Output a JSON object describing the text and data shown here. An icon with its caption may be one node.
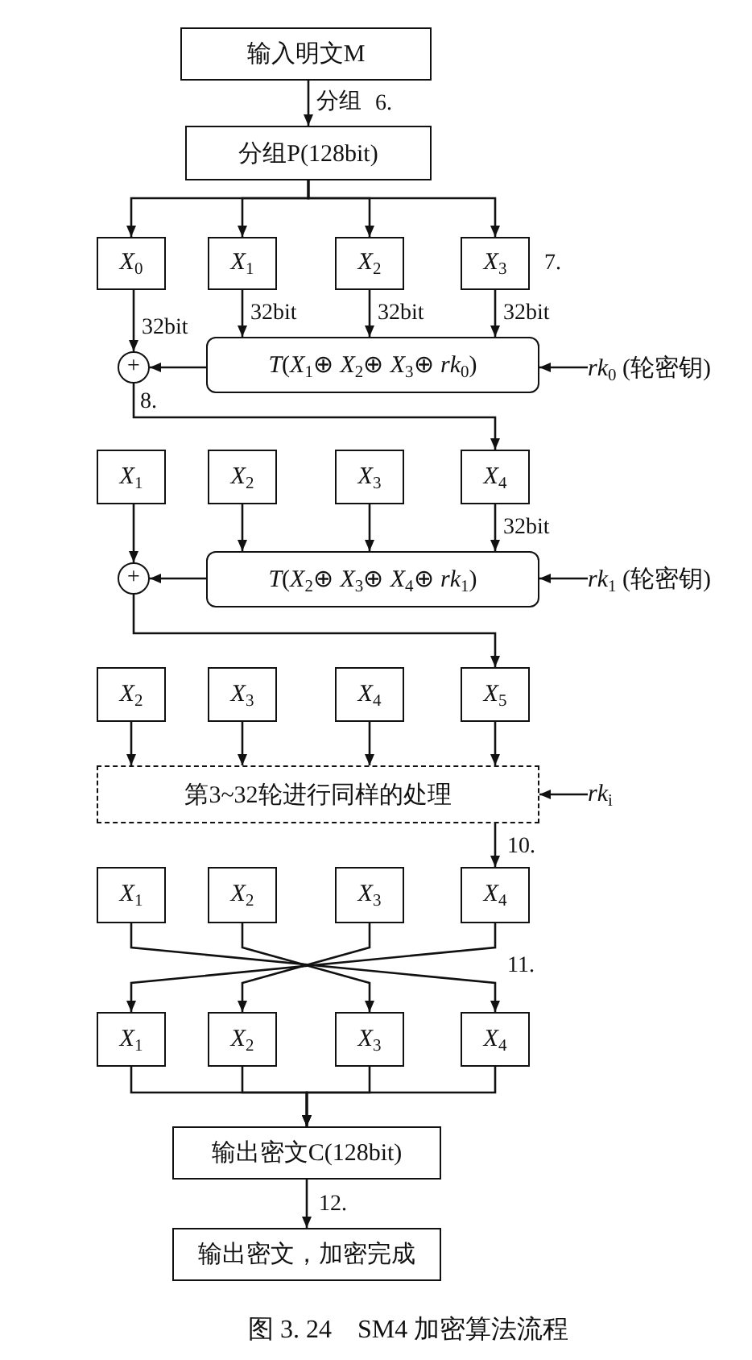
{
  "diagram": {
    "caption": "图 3. 24　SM4 加密算法流程",
    "nodes": [
      {
        "text": [
          "输入明文M"
        ]
      },
      {
        "text": [
          "分组P(128bit)"
        ]
      },
      {
        "text": [
          "*X*$_{0}$"
        ]
      },
      {
        "text": [
          "*X*$_{1}$"
        ]
      },
      {
        "text": [
          "*X*$_{2}$"
        ]
      },
      {
        "text": [
          "*X*$_{3}$"
        ]
      },
      {
        "text": [
          "+"
        ]
      },
      {
        "text": [
          "*T*(*X*$_{1}$⊕ *X*$_{2}$⊕ *X*$_{3}$⊕ *rk*$_{0}$)"
        ]
      },
      {
        "text": [
          "*X*$_{1}$"
        ]
      },
      {
        "text": [
          "*X*$_{2}$"
        ]
      },
      {
        "text": [
          "*X*$_{3}$"
        ]
      },
      {
        "text": [
          "*X*$_{4}$"
        ]
      },
      {
        "text": [
          "+"
        ]
      },
      {
        "text": [
          "*T*(*X*$_{2}$⊕ *X*$_{3}$⊕ *X*$_{4}$⊕ *rk*$_{1}$)"
        ]
      },
      {
        "text": [
          "*X*$_{2}$"
        ]
      },
      {
        "text": [
          "*X*$_{3}$"
        ]
      },
      {
        "text": [
          "*X*$_{4}$"
        ]
      },
      {
        "text": [
          "*X*$_{5}$"
        ]
      },
      {
        "text": [
          "第3~32轮进行同样的处理"
        ]
      },
      {
        "text": [
          "*X*$_{1}$"
        ]
      },
      {
        "text": [
          "*X*$_{2}$"
        ]
      },
      {
        "text": [
          "*X*$_{3}$"
        ]
      },
      {
        "text": [
          "*X*$_{4}$"
        ]
      },
      {
        "text": [
          "*X*$_{1}$"
        ]
      },
      {
        "text": [
          "*X*$_{2}$"
        ]
      },
      {
        "text": [
          "*X*$_{3}$"
        ]
      },
      {
        "text": [
          "*X*$_{4}$"
        ]
      },
      {
        "text": [
          "输出密文C(128bit)"
        ]
      },
      {
        "text": [
          "输出密文，加密完成"
        ]
      },
      {
        "text": [
          "*rk*$_{0}$ (轮密钥)"
        ]
      },
      {
        "text": [
          "*rk*$_{1}$ (轮密钥)"
        ]
      },
      {
        "text": [
          "*rk*$_{i}$"
        ]
      }
    ],
    "edges": [
      {
        "from": 0,
        "to": 1,
        "arrow": "to",
        "label": "分组"
      },
      {
        "from": 1,
        "to": 2,
        "arrow": "to"
      },
      {
        "from": 1,
        "to": 3,
        "arrow": "to"
      },
      {
        "from": 1,
        "to": 4,
        "arrow": "to"
      },
      {
        "from": 1,
        "to": 5,
        "arrow": "to"
      },
      {
        "from": 2,
        "to": 6,
        "arrow": "to",
        "label": "32bit"
      },
      {
        "from": 3,
        "to": 7,
        "arrow": "to",
        "label": "32bit"
      },
      {
        "from": 4,
        "to": 7,
        "arrow": "to",
        "label": "32bit"
      },
      {
        "from": 5,
        "to": 7,
        "arrow": "to",
        "label": "32bit"
      },
      {
        "from": 7,
        "to": 6,
        "arrow": "to"
      },
      {
        "from": 29,
        "to": 7,
        "arrow": "to"
      },
      {
        "from": 6,
        "to": 11,
        "arrow": "to"
      },
      {
        "from": 8,
        "to": 12,
        "arrow": "to"
      },
      {
        "from": 9,
        "to": 13,
        "arrow": "to"
      },
      {
        "from": 10,
        "to": 13,
        "arrow": "to"
      },
      {
        "from": 11,
        "to": 13,
        "arrow": "to",
        "label": "32bit"
      },
      {
        "from": 13,
        "to": 12,
        "arrow": "to"
      },
      {
        "from": 30,
        "to": 13,
        "arrow": "to"
      },
      {
        "from": 12,
        "to": 17,
        "arrow": "to"
      },
      {
        "from": 14,
        "to": 18,
        "arrow": "to"
      },
      {
        "from": 15,
        "to": 18,
        "arrow": "to"
      },
      {
        "from": 16,
        "to": 18,
        "arrow": "to"
      },
      {
        "from": 17,
        "to": 18,
        "arrow": "to"
      },
      {
        "from": 31,
        "to": 18,
        "arrow": "to"
      },
      {
        "from": 18,
        "to": 22,
        "arrow": "to"
      },
      {
        "from": 19,
        "to": 26,
        "arrow": "to"
      },
      {
        "from": 20,
        "to": 25,
        "arrow": "to"
      },
      {
        "from": 21,
        "to": 24,
        "arrow": "to"
      },
      {
        "from": 22,
        "to": 23,
        "arrow": "to"
      },
      {
        "from": 23,
        "to": 27,
        "arrow": "to"
      },
      {
        "from": 24,
        "to": 27,
        "arrow": "to"
      },
      {
        "from": 25,
        "to": 27,
        "arrow": "to"
      },
      {
        "from": 26,
        "to": 27,
        "arrow": "to"
      },
      {
        "from": 27,
        "to": 28,
        "arrow": "to"
      }
    ],
    "labels": [
      "6.",
      "7.",
      "8.",
      "10.",
      "11.",
      "12."
    ]
  }
}
